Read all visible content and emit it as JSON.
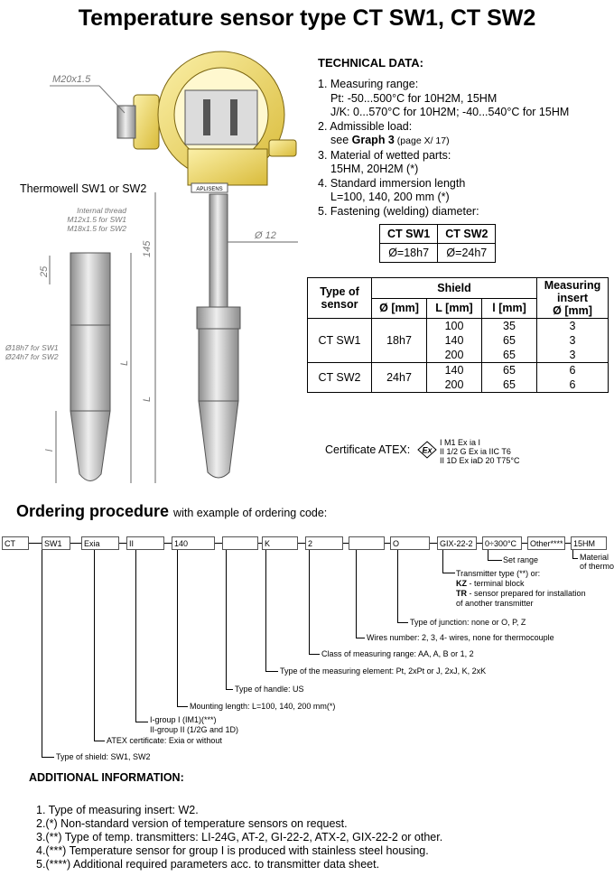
{
  "title": "Temperature sensor type CT SW1, CT SW2",
  "technical": {
    "heading": "TECHNICAL DATA:",
    "items": [
      {
        "label": "1. Measuring range:",
        "sub": [
          "Pt: -50...500°C for 10H2M, 15HM",
          "J/K:  0...570°C for 10H2M; -40...540°C for 15HM"
        ]
      },
      {
        "label": "2. Admissible load:",
        "sub_pre": "see ",
        "sub_bold": "Graph 3",
        "sub_post": " (page X/ 17)"
      },
      {
        "label": "3. Material of wetted parts:",
        "sub": [
          "15HM, 20H2M (*)"
        ]
      },
      {
        "label": "4. Standard immersion length",
        "sub": [
          "L=100, 140, 200 mm (*)"
        ]
      },
      {
        "label": "5. Fastening (welding) diameter:"
      }
    ]
  },
  "diameter_table": {
    "headers": [
      "CT SW1",
      "CT SW2"
    ],
    "values": [
      "Ø=18h7",
      "Ø=24h7"
    ]
  },
  "shield_table": {
    "h_type": "Type of sensor",
    "h_shield": "Shield",
    "h_insert": "Measuring insert",
    "sub_headers": [
      "Ø [mm]",
      "L [mm]",
      "l [mm]",
      "Ø [mm]"
    ],
    "rows": [
      {
        "type": "CT SW1",
        "dia": "18h7",
        "L": [
          "100",
          "140",
          "200"
        ],
        "l": [
          "35",
          "65",
          "65"
        ],
        "ins": [
          "3",
          "3",
          "3"
        ]
      },
      {
        "type": "CT SW2",
        "dia": "24h7",
        "L": [
          "140",
          "200"
        ],
        "l": [
          "65",
          "65"
        ],
        "ins": [
          "6",
          "6"
        ]
      }
    ]
  },
  "atex": {
    "label": "Certificate ATEX:",
    "lines": [
      "I M1 Ex ia I",
      "II 1/2 G Ex ia IIC T6",
      "II 1D Ex iaD 20 T75°C"
    ]
  },
  "drawing": {
    "thread_main": "M20x1.5",
    "thermowell": "Thermowell SW1 or SW2",
    "internal_thread": [
      "Internal thread",
      "M12x1.5 for SW1",
      "M18x1.5 for SW2"
    ],
    "dim_25": "25",
    "dim_145": "145",
    "dim_phi12": "Ø 12",
    "dim_L": "L",
    "dim_l": "l",
    "diam_note": [
      "Ø18h7 for SW1",
      "Ø24h7 for SW2"
    ],
    "brand": "APLISENS"
  },
  "ordering": {
    "title": "Ordering procedure",
    "subtitle": "with example of ordering code:",
    "boxes": [
      "CT",
      "SW1",
      "Exia",
      "II",
      "140",
      "",
      "K",
      "2",
      "",
      "O",
      "GIX-22-2",
      "0÷300°C",
      "Other****",
      "15HM"
    ],
    "annotations": {
      "material": [
        "Material",
        "of thermowell"
      ],
      "set_range": "Set range",
      "transmitter": [
        "Transmitter type (**) or:"
      ],
      "kz_b": "KZ",
      "kz": " - terminal block",
      "tr_b": "TR",
      "tr": " - sensor prepared for installation",
      "tr2": "of another transmitter",
      "junction": "Type of junction: none or O, P, Z",
      "wires": "Wires number: 2, 3, 4- wires, none for thermocouple",
      "class": "Class of measuring range: AA, A, B or 1, 2",
      "element": "Type of the measuring element: Pt, 2xPt or J, 2xJ, K, 2xK",
      "handle": "Type of handle: US",
      "mounting": "Mounting length: L=100, 140, 200 mm(*)",
      "igroup": [
        "I-group I (IM1)(***)",
        "II-group II (1/2G and 1D)"
      ],
      "atex": "ATEX certificate: Exia or without",
      "shield": "Type of shield: SW1, SW2"
    }
  },
  "additional": {
    "heading": "ADDITIONAL INFORMATION:",
    "items": [
      "1. Type of measuring insert: W2.",
      "2.(*) Non-standard version of temperature sensors on request.",
      "3.(**) Type of temp. transmitters: LI-24G, AT-2, GI-22-2, ATX-2, GIX-22-2 or other.",
      "4.(***) Temperature sensor  for group I is produced with stainless steel housing.",
      "5.(****) Additional required parameters acc. to transmitter data sheet."
    ]
  },
  "colors": {
    "housing": "#f2de6a",
    "housing_dark": "#c9a828",
    "steel": "#c8c8c8"
  }
}
